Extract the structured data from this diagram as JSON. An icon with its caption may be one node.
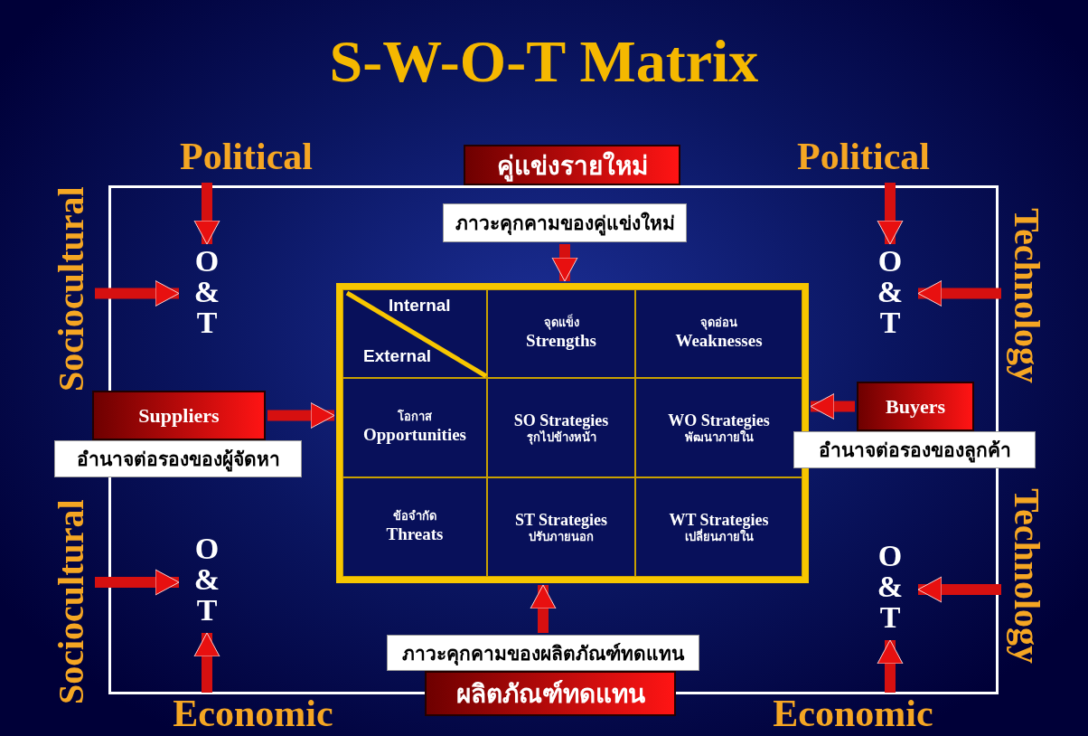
{
  "diagram": {
    "title": "S-W-O-T Matrix",
    "nodes": [
      {
        "text": [
          "Political"
        ]
      },
      {
        "text": [
          "คู่แข่งรายใหม่"
        ]
      },
      {
        "text": [
          "ภาวะคุกคามของคู่แข่งใหม่"
        ]
      },
      {
        "text": [
          "Political"
        ]
      },
      {
        "text": [
          "Sociocultural"
        ]
      },
      {
        "text": [
          "O & T"
        ]
      },
      {
        "text": [
          "O & T"
        ]
      },
      {
        "text": [
          "Technology"
        ]
      },
      {
        "text": [],
        "shape": "box"
      },
      {
        "text": [
          "Internal",
          "External"
        ],
        "in": 8
      },
      {
        "text": [
          "จุดแข็ง",
          "Strengths"
        ],
        "in": 8
      },
      {
        "text": [
          "จุดอ่อน",
          "Weaknesses"
        ],
        "in": 8
      },
      {
        "text": [
          "โอกาส",
          "Opportunities"
        ],
        "in": 8
      },
      {
        "text": [
          "SO Strategies",
          "รุกไปข้างหน้า"
        ],
        "in": 8
      },
      {
        "text": [
          "WO Strategies",
          "พัฒนาภายใน"
        ],
        "in": 8
      },
      {
        "text": [
          "ข้อจำกัด",
          "Threats"
        ],
        "in": 8
      },
      {
        "text": [
          "ST Strategies",
          "ปรับภายนอก"
        ],
        "in": 8
      },
      {
        "text": [
          "WT Strategies",
          "เปลี่ยนภายใน"
        ],
        "in": 8
      },
      {
        "text": [
          "Suppliers"
        ]
      },
      {
        "text": [
          "อำนาจต่อรองของผู้จัดหา"
        ]
      },
      {
        "text": [
          "Buyers"
        ]
      },
      {
        "text": [
          "อำนาจต่อรองของลูกค้า"
        ]
      },
      {
        "text": [
          "Sociocultural"
        ]
      },
      {
        "text": [
          "O & T"
        ]
      },
      {
        "text": [
          "O & T"
        ]
      },
      {
        "text": [
          "Technology"
        ]
      },
      {
        "text": [
          "ภาวะคุกคามของผลิตภัณฑ์ทดแทน"
        ]
      },
      {
        "text": [
          "ผลิตภัณฑ์ทดแทน"
        ]
      },
      {
        "text": [
          "Economic"
        ]
      },
      {
        "text": [
          "Economic"
        ]
      }
    ],
    "edges": [
      {
        "from": 0,
        "to": 5,
        "arrow": "to"
      },
      {
        "from": 4,
        "to": 5,
        "arrow": "to"
      },
      {
        "from": 3,
        "to": 6,
        "arrow": "to"
      },
      {
        "from": 7,
        "to": 6,
        "arrow": "to"
      },
      {
        "from": 2,
        "to": 8,
        "arrow": "to"
      },
      {
        "from": 18,
        "to": 8,
        "arrow": "to"
      },
      {
        "from": 20,
        "to": 8,
        "arrow": "to"
      },
      {
        "from": 22,
        "to": 23,
        "arrow": "to"
      },
      {
        "from": 28,
        "to": 23,
        "arrow": "to"
      },
      {
        "from": 25,
        "to": 24,
        "arrow": "to"
      },
      {
        "from": 29,
        "to": 24,
        "arrow": "to"
      },
      {
        "from": 26,
        "to": 8,
        "arrow": "to"
      }
    ]
  }
}
